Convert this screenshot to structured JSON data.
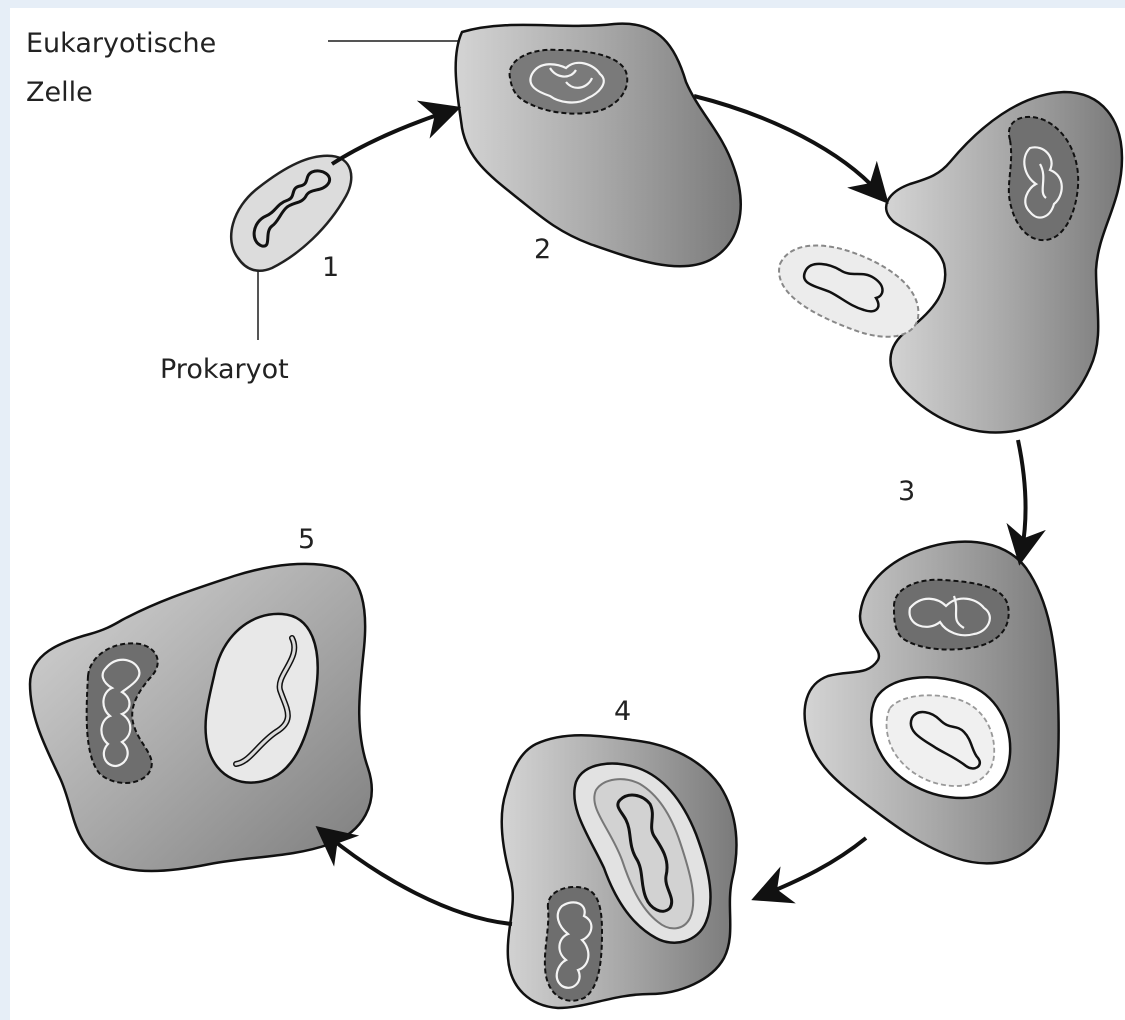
{
  "labels": {
    "eukaryotic_cell": [
      "Eukaryotische",
      "Zelle"
    ],
    "prokaryote": "Prokaryot"
  },
  "stages": [
    {
      "number": "1"
    },
    {
      "number": "2"
    },
    {
      "number": "3"
    },
    {
      "number": "4"
    },
    {
      "number": "5"
    }
  ],
  "colors": {
    "cell_dark": "#8a8a8a",
    "cell_light": "#d9d9d9",
    "nucleus": "#6e6e6e",
    "outline": "#111111",
    "page_border": "#e6eef7"
  }
}
